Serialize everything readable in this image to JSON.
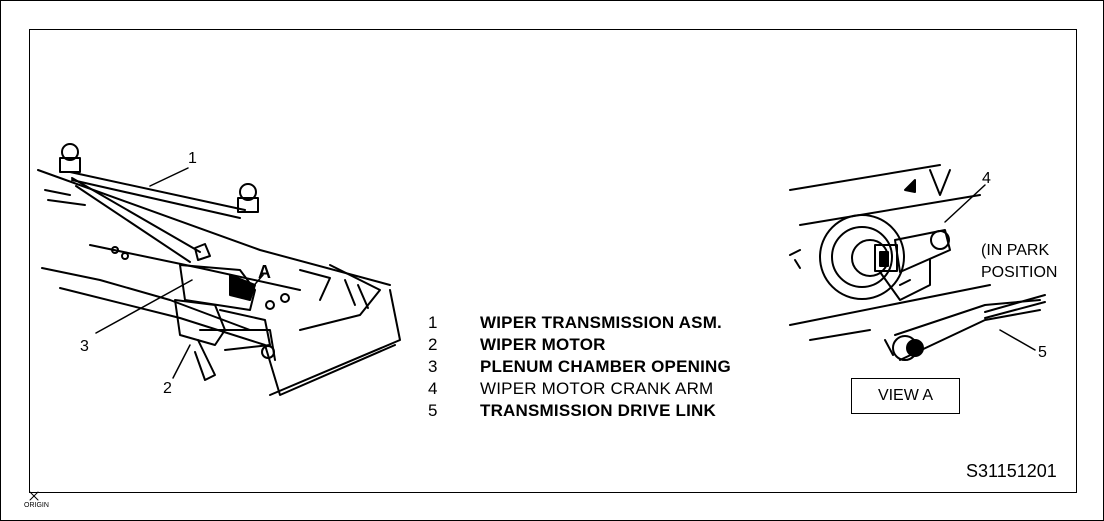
{
  "callouts": {
    "c1": "1",
    "c2": "2",
    "c3": "3",
    "c4": "4",
    "c5": "5",
    "view_marker": "A"
  },
  "legend": [
    {
      "num": "1",
      "text": "WIPER TRANSMISSION ASM."
    },
    {
      "num": "2",
      "text": "WIPER MOTOR"
    },
    {
      "num": "3",
      "text": "PLENUM CHAMBER OPENING"
    },
    {
      "num": "4",
      "text": "WIPER MOTOR CRANK ARM"
    },
    {
      "num": "5",
      "text": "TRANSMISSION DRIVE LINK"
    }
  ],
  "view_label": "VIEW A",
  "park_note": {
    "line1": "(IN PARK",
    "line2": "POSITION"
  },
  "figure_code": "S31151201",
  "origin_mark": "ORIGIN"
}
